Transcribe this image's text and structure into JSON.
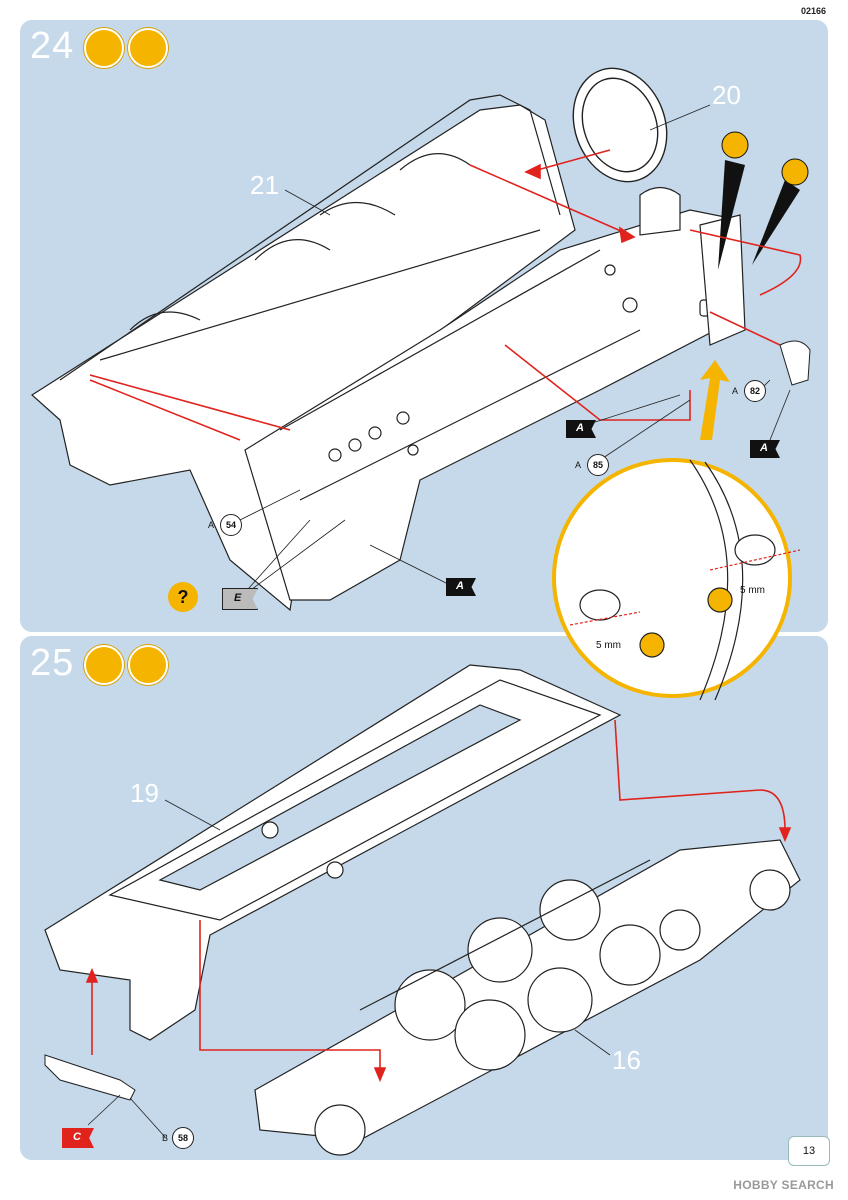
{
  "doc_number": "02166",
  "steps": [
    {
      "number": "24",
      "part_labels": [
        "20",
        "21"
      ]
    },
    {
      "number": "25",
      "part_labels": [
        "19",
        "16"
      ]
    }
  ],
  "step24": {
    "ref_a54": {
      "prefix": "A",
      "num": "54"
    },
    "ref_a82": {
      "prefix": "A",
      "num": "82"
    },
    "ref_a85": {
      "prefix": "A",
      "num": "85"
    },
    "flag_a": "A",
    "flag_e": "E",
    "help_mark": "?",
    "detail_mm_1": "5 mm",
    "detail_mm_2": "5 mm"
  },
  "step25": {
    "ref_b58": {
      "prefix": "B",
      "num": "58"
    },
    "flag_c": "C"
  },
  "page_number": "13",
  "watermark": "HOBBY SEARCH",
  "colors": {
    "panel": "#c5d9ea",
    "arrow": "#e1231d",
    "highlight": "#f4b400"
  }
}
